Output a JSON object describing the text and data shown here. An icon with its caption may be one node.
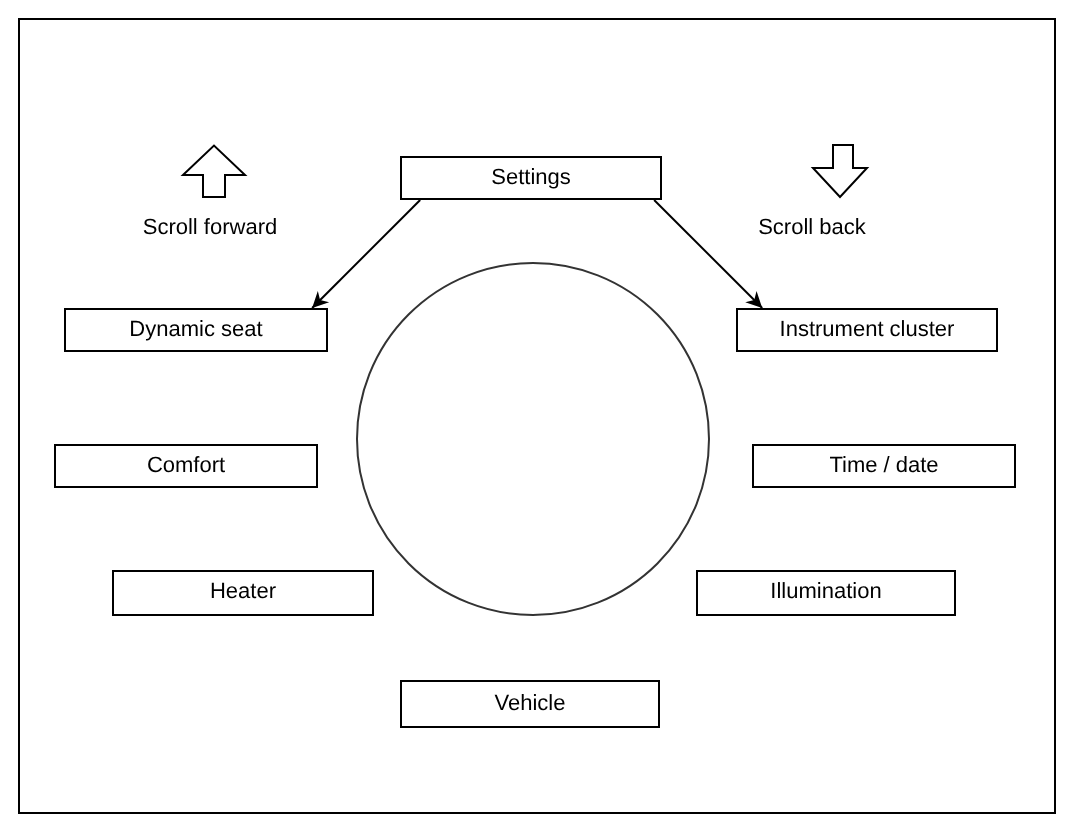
{
  "diagram": {
    "nodes": [
      {
        "text": [
          "Settings"
        ]
      },
      {
        "text": [
          "Dynamic seat"
        ]
      },
      {
        "text": [
          "Instrument cluster"
        ]
      },
      {
        "text": [
          "Comfort"
        ]
      },
      {
        "text": [
          "Time / date"
        ]
      },
      {
        "text": [
          "Heater"
        ]
      },
      {
        "text": [
          "Illumination"
        ]
      },
      {
        "text": [
          "Vehicle"
        ]
      },
      {
        "text": [],
        "shape": "circle"
      }
    ],
    "edges": [
      {
        "from": 0,
        "to": 1,
        "arrow": "to"
      },
      {
        "from": 0,
        "to": 2,
        "arrow": "to"
      }
    ],
    "labels": [
      "Scroll forward",
      "Scroll back"
    ]
  }
}
